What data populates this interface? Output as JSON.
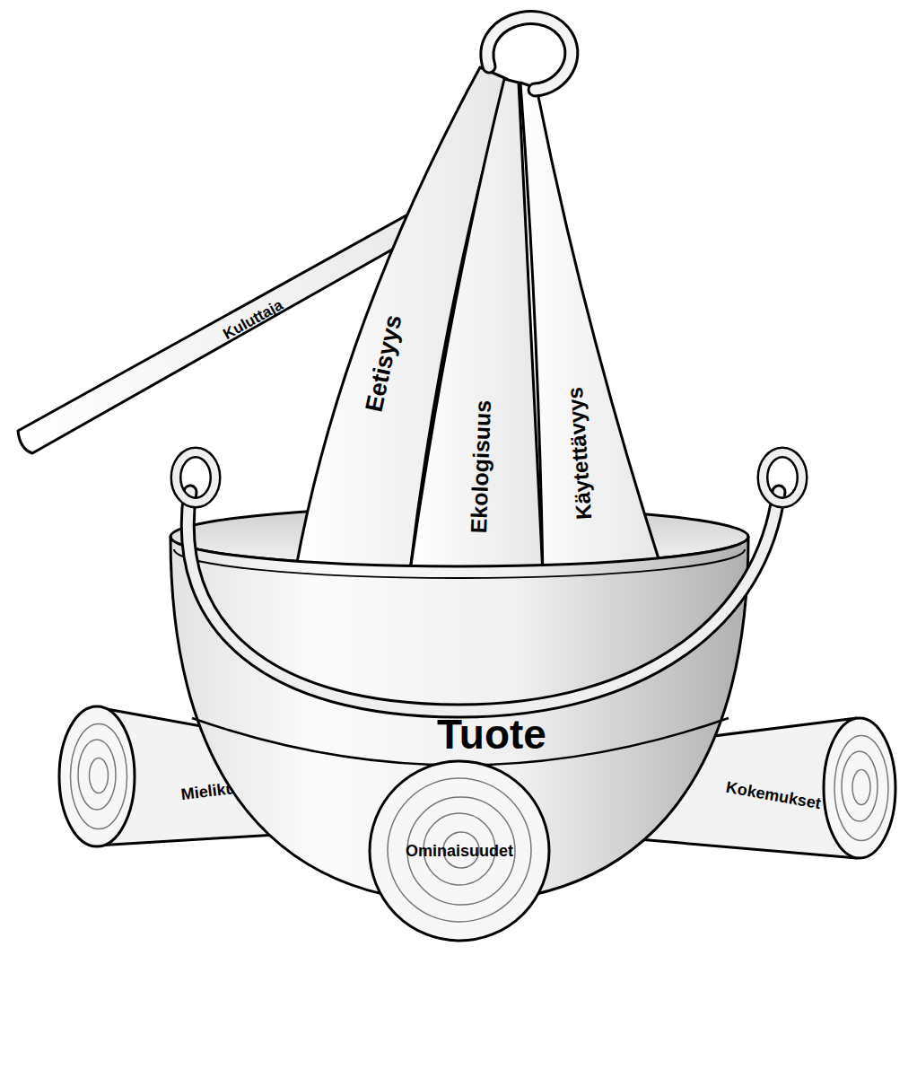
{
  "diagram": {
    "nodes": [
      {
        "text": [
          "Kuluttaja"
        ]
      },
      {
        "text": [
          "Eetisyys"
        ]
      },
      {
        "text": [
          "Ekologisuus"
        ]
      },
      {
        "text": [
          "Käytettävyys"
        ]
      },
      {
        "text": [
          "Tuote"
        ]
      },
      {
        "text": [
          "Mielikuvat"
        ]
      },
      {
        "text": [
          "Ominaisuudet"
        ]
      },
      {
        "text": [
          "Kokemukset"
        ]
      }
    ]
  }
}
